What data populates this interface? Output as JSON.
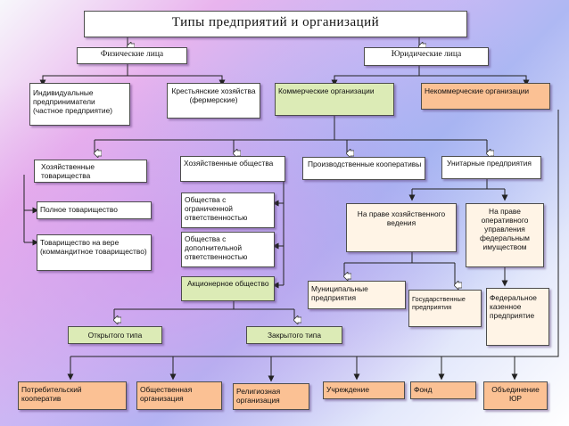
{
  "title": "Типы предприятий и организаций",
  "nodes": {
    "physical": "Физические лица",
    "legal": "Юридические лица",
    "individual": "Индивидуальные предприниматели (частное предприятие)",
    "farm": "Крестьянские хозяйства (фермерские)",
    "commercial": "Коммерческие организации",
    "noncommercial": "Некоммерческие организации",
    "partnerships": "Хозяйственные товарищества",
    "societies": "Хозяйственные общества",
    "coops": "Производственные кооперативы",
    "unitary": "Унитарные предприятия",
    "full_partnership": "Полное товарищество",
    "limited_partnership": "Товарищество на вере (коммандитное товарищество)",
    "llc": "Общества с ограниченной ответственностью",
    "alc": "Общества с дополнительной ответственностью",
    "jsc": "Акционерное общество",
    "open_type": "Открытого типа",
    "closed_type": "Закрытого типа",
    "economic_mgmt": "На праве хозяйственного ведения",
    "operative_mgmt": "На праве оперативного управления федеральным имуществом",
    "municipal": "Муниципальные предприятия",
    "state": "Государственные предприятия",
    "federal_treasury": "Федеральное казенное предприятие",
    "consumer_coop": "Потребительский кооператив",
    "public_org": "Общественная организация",
    "religious_org": "Религиозная организация",
    "institution": "Учреждение",
    "fund": "Фонд",
    "association": "Объединение ЮР"
  },
  "colors": {
    "white_box": "#ffffff",
    "cream_box": "#fff4e6",
    "green_box": "#dcebb6",
    "orange_box": "#fbc194"
  }
}
